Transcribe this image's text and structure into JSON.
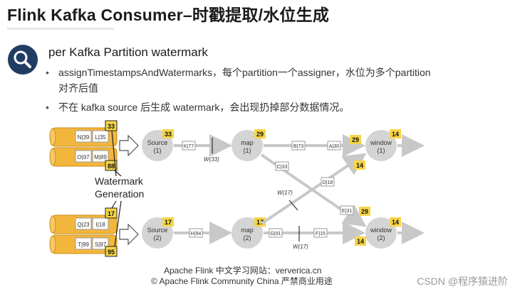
{
  "title": "Flink Kafka Consumer–时戳提取/水位生成",
  "subheading": "per Kafka Partition watermark",
  "bullets": [
    {
      "line1": "assignTimestampsAndWatermarks，每个partition一个assigner，水位为多个partition",
      "line2": "对齐后值"
    },
    {
      "line1": "不在 kafka source 后生成 watermark，会出现扔掉部分数据情况。"
    }
  ],
  "diagram": {
    "partitions": {
      "p1": [
        "N|39",
        "L|35"
      ],
      "p2": [
        "O|97",
        "M|89"
      ],
      "p3": [
        "Q|23",
        "I|18"
      ],
      "p4": [
        "T|99",
        "S|97"
      ]
    },
    "partition_watermarks": {
      "p1": "33",
      "p2": "88",
      "p3": "17",
      "p4": "95"
    },
    "watermark_generation_label": [
      "Watermark",
      "Generation"
    ],
    "nodes": {
      "source1": {
        "line1": "Source",
        "line2": "(1)",
        "badge": "33"
      },
      "source2": {
        "line1": "Source",
        "line2": "(2)",
        "badge": "17"
      },
      "map1": {
        "line1": "map",
        "line2": "(1)",
        "badge": "29"
      },
      "map2": {
        "line1": "map",
        "line2": "(2)",
        "badge": "17"
      },
      "window1": {
        "line1": "window",
        "line2": "(1)",
        "badge": "14"
      },
      "window2": {
        "line1": "window",
        "line2": "(2)",
        "badge": "14"
      }
    },
    "records": {
      "s1_map1": "K|77",
      "s2_map2": "H|94",
      "map1_win1_a": "B|73",
      "map1_win1_b": "A|30",
      "map1_cross": "C|33",
      "map2_cross": "D|18",
      "map2_win2_a": "G|91",
      "map2_win2_b": "F|15",
      "cross_win2": "E|31"
    },
    "edge_watermarks": {
      "s1_map1": "W(33)",
      "cross": "W(17)",
      "map2_win2": "W(17)"
    },
    "edge_badges": {
      "win1_top": "29",
      "win1_side": "14",
      "win2_top": "29",
      "win2_side": "14"
    }
  },
  "footer": {
    "line1": "Apache Flink 中文学习网站：ververica.cn",
    "line2": "© Apache Flink Community China  严禁商业用途"
  },
  "csdn_watermark": "CSDN @程序猿进阶",
  "colors": {
    "orange": "#f3b63c",
    "yellow": "#f5d547",
    "node": "#d4d4d4",
    "arrow": "#cccccc",
    "dark": "#1f3d63"
  }
}
